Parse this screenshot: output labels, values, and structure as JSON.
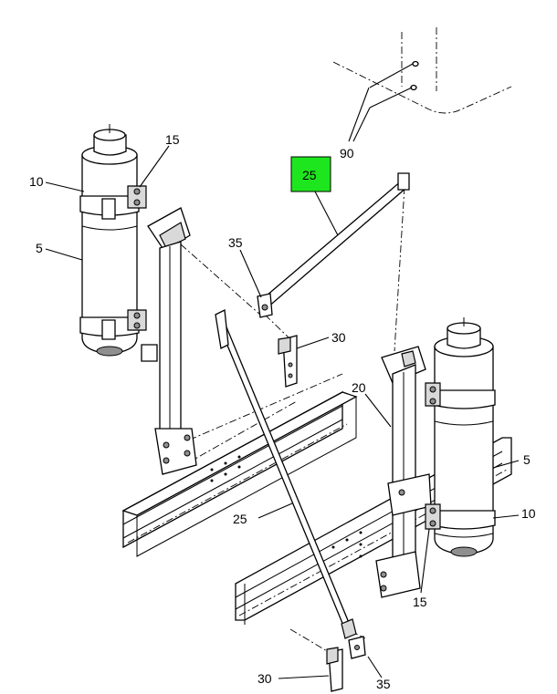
{
  "callouts": {
    "c90": "90",
    "c25_top": "25",
    "c15_left": "15",
    "c10_left": "10",
    "c5_left": "5",
    "c35_top": "35",
    "c30_mid": "30",
    "c20": "20",
    "c5_right": "5",
    "c10_right": "10",
    "c25_mid": "25",
    "c15_right": "15",
    "c30_bottom": "30",
    "c35_bottom": "35"
  },
  "colors": {
    "highlight": "#1ee61e",
    "line": "#000000",
    "shade": "#d9d9d9"
  }
}
